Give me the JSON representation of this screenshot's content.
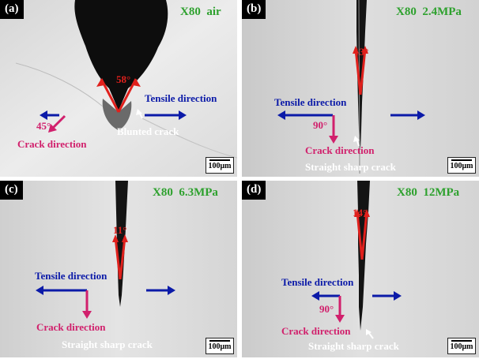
{
  "panels": [
    {
      "label": "(a)",
      "condition": "X80  air",
      "angle_tip": "58°",
      "angle_side": "45°",
      "tensile": "Tensile direction",
      "crack_dir": "Crack direction",
      "crack_type": "Blunted  crack",
      "scale": "100μm"
    },
    {
      "label": "(b)",
      "condition": "X80  2.4MPa",
      "angle_tip": "13°",
      "angle_side": "90°",
      "tensile": "Tensile direction",
      "crack_dir": "Crack direction",
      "crack_type": "Straight sharp crack",
      "scale": "100μm"
    },
    {
      "label": "(c)",
      "condition": "X80  6.3MPa",
      "angle_tip": "11°",
      "tensile": "Tensile direction",
      "crack_dir": "Crack direction",
      "crack_type": "Straight sharp crack",
      "scale": "100μm"
    },
    {
      "label": "(d)",
      "condition": "X80  12MPa",
      "angle_tip": "14°",
      "angle_side": "90°",
      "tensile": "Tensile direction",
      "crack_dir": "Crack direction",
      "crack_type": "Straight sharp crack",
      "scale": "100μm"
    }
  ],
  "colors": {
    "condition": "#2ea12e",
    "tensile": "#0b1aa8",
    "crack": "#d1206c",
    "angle": "#e0201c"
  }
}
